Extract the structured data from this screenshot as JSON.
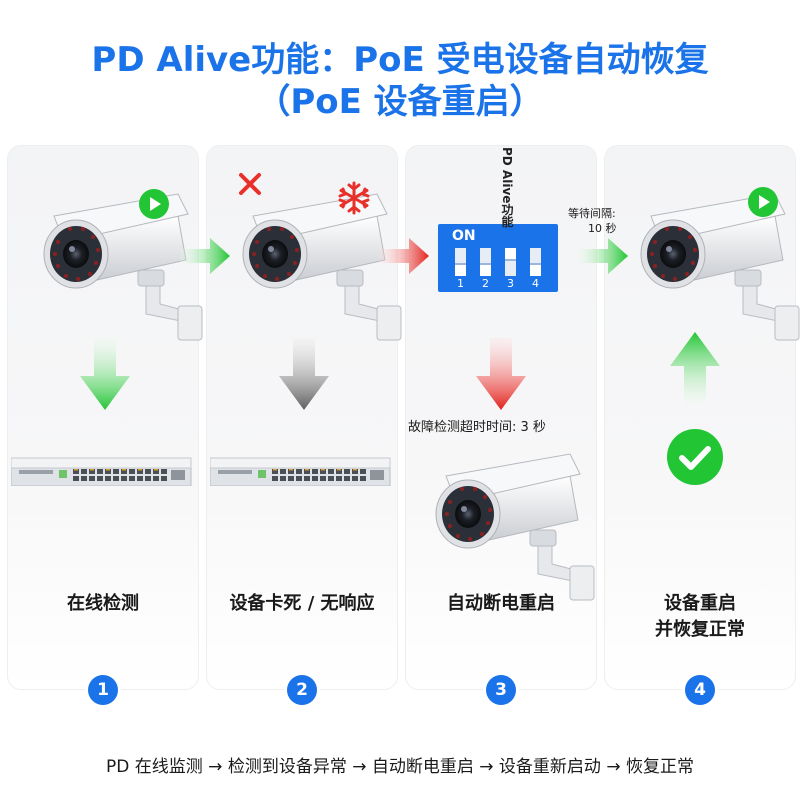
{
  "title": {
    "line1": "PD Alive功能：PoE 受电设备自动恢复",
    "line2": "（PoE 设备重启）"
  },
  "steps": [
    {
      "num": "1",
      "label": "在线检测"
    },
    {
      "num": "2",
      "label": "设备卡死 / 无响应"
    },
    {
      "num": "3",
      "label": "自动断电重启"
    },
    {
      "num": "4",
      "label_line1": "设备重启",
      "label_line2": "并恢复正常"
    }
  ],
  "dip_switch": {
    "on_label": "ON",
    "numbers": [
      "1",
      "2",
      "3",
      "4"
    ],
    "vertical_label": "PD Alive功能"
  },
  "notes": {
    "wait_line1": "等待间隔:",
    "wait_line2": "10 秒",
    "timeout": "故障检测超时时间: 3 秒"
  },
  "caption": "PD 在线监测 → 检测到设备异常 → 自动断电重启 → 设备重新启动 → 恢复正常",
  "colors": {
    "accent": "#1a73e8",
    "green": "#2ecc40",
    "red": "#e8302a",
    "gray": "#6b6b6b"
  },
  "icons": {
    "play": "play-icon",
    "error": "x-mark-icon",
    "frozen": "snowflake-icon",
    "ok": "checkmark-icon"
  }
}
